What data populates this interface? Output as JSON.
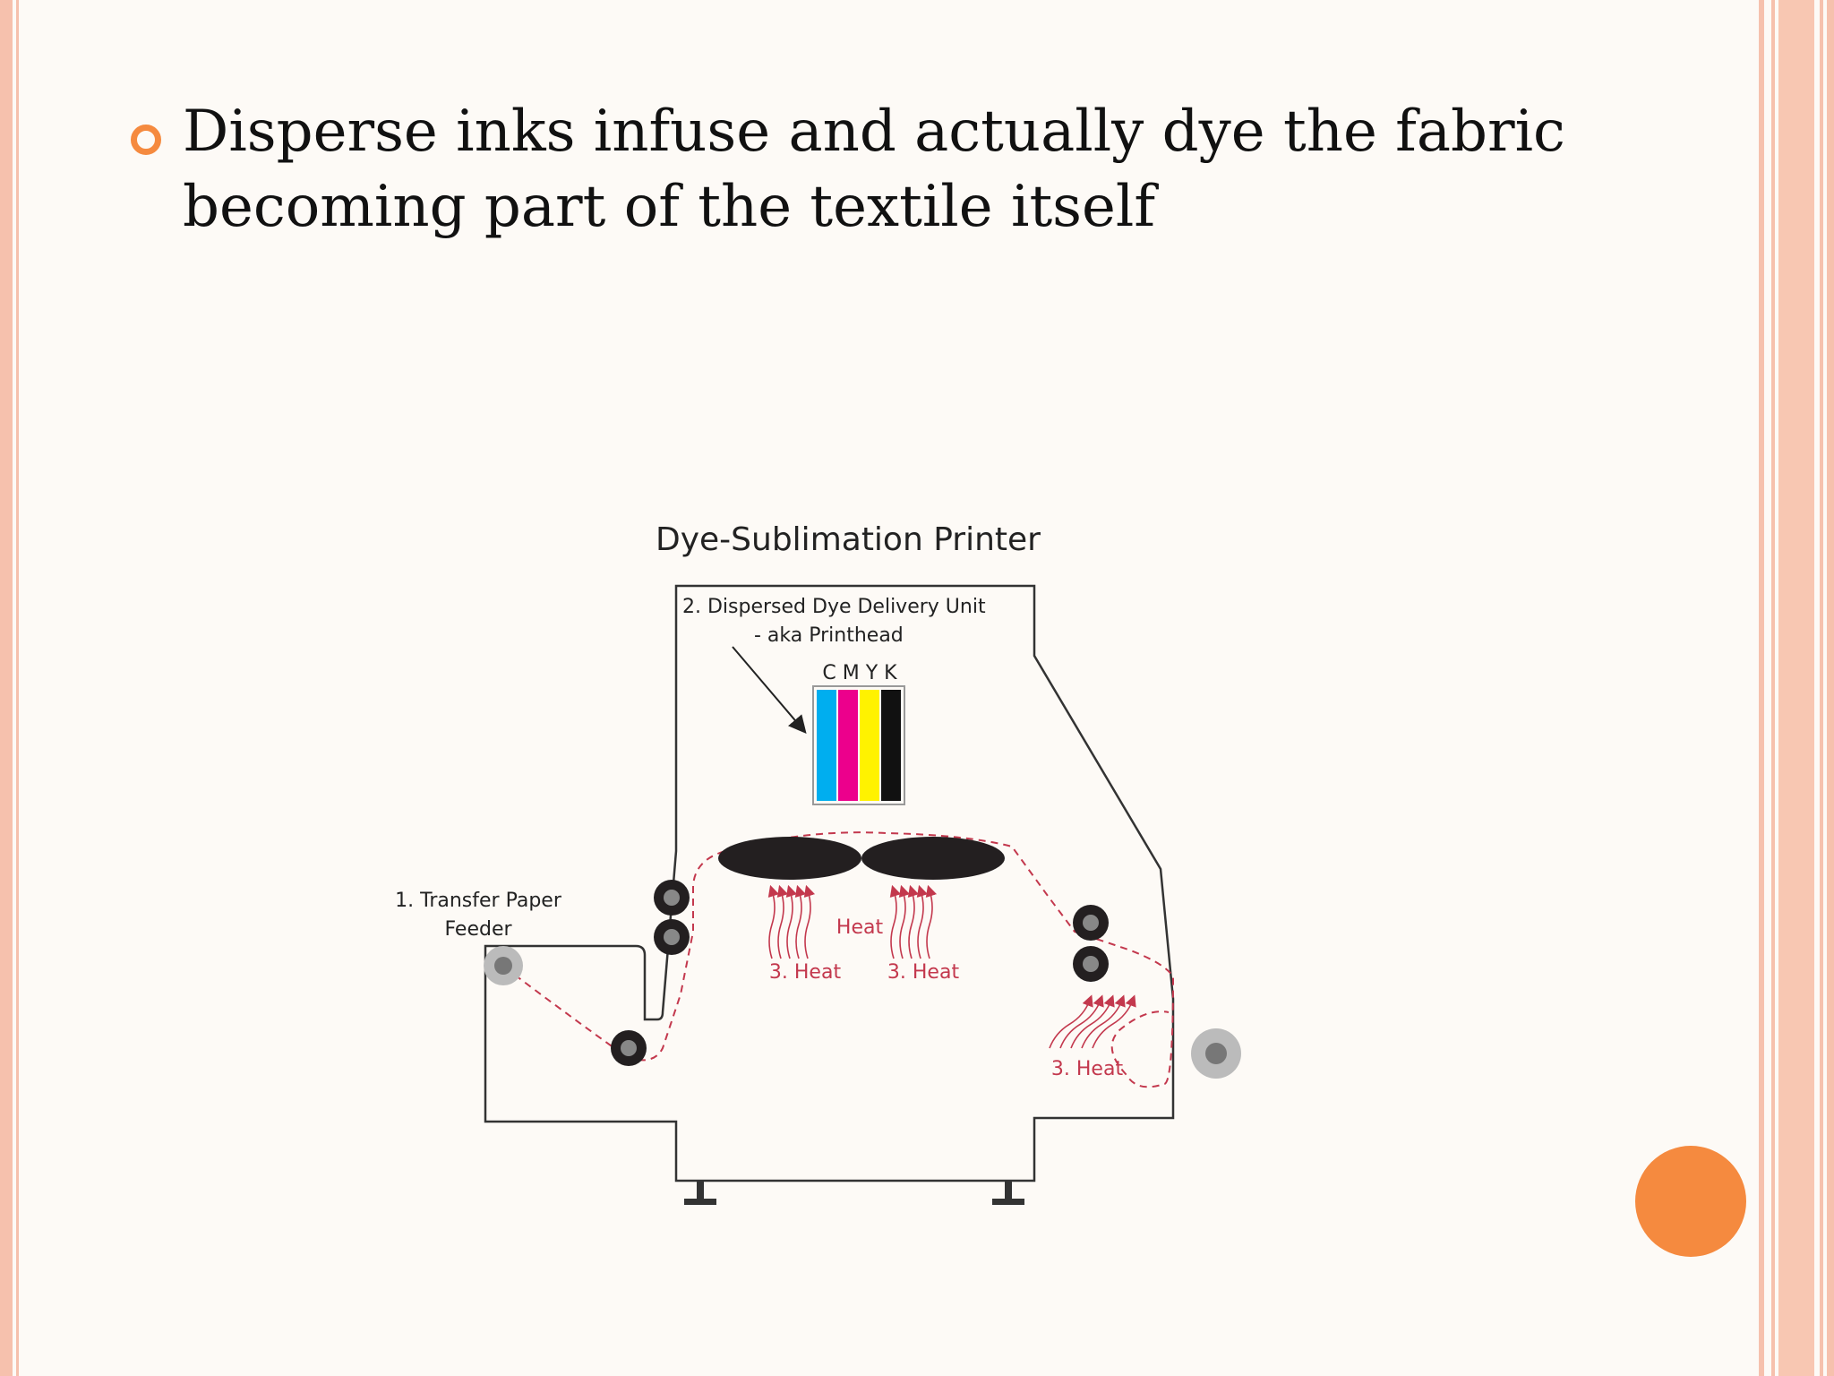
{
  "slide": {
    "bullet_text": "Disperse inks infuse and actually dye the fabric becoming part of the textile itself",
    "accent_color": "#f58a3f",
    "border_color": "#f6c1ad"
  },
  "diagram": {
    "title": "Dye-Sublimation Printer",
    "printhead_label_line1": "2. Dispersed Dye Delivery Unit",
    "printhead_label_line2": "- aka Printhead",
    "cmyk_label": "C M Y K",
    "feeder_label_line1": "1. Transfer Paper",
    "feeder_label_line2": "Feeder",
    "heat_center": "Heat",
    "heat_label_1": "3. Heat",
    "heat_label_2": "3. Heat",
    "heat_label_3": "3. Heat",
    "ink_colors": [
      "#00aeef",
      "#ec008c",
      "#fff200",
      "#111111"
    ],
    "heat_color": "#c3384d"
  }
}
